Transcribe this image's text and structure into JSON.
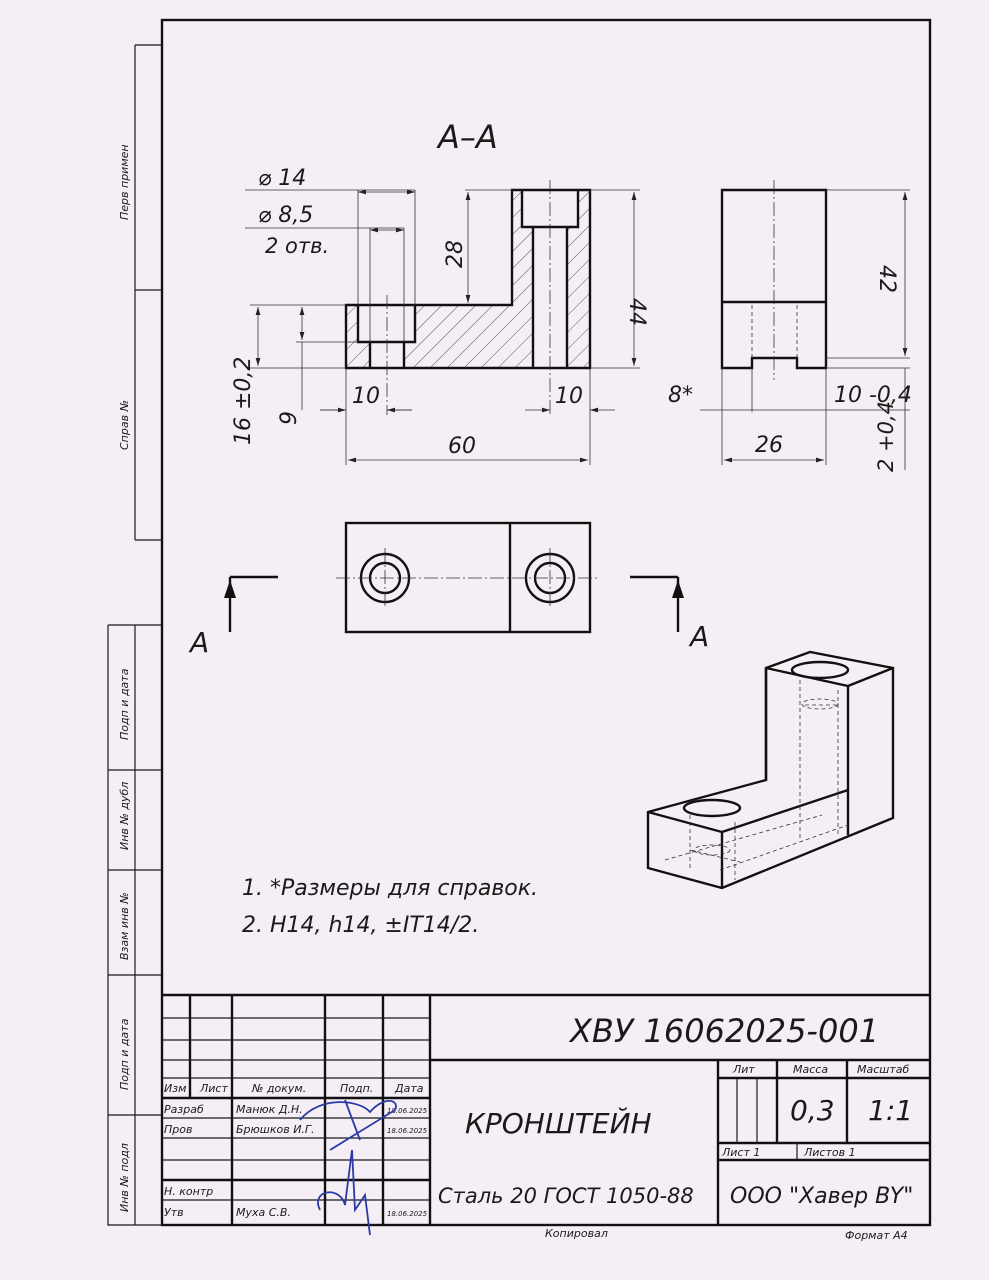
{
  "section_label": "А–А",
  "dimensions": {
    "dia14": "⌀ 14",
    "dia85": "⌀ 8,5",
    "holes": "2 отв.",
    "d28": "28",
    "d44": "44",
    "d16": "16 ±0,2",
    "d9": "9",
    "d10a": "10",
    "d10b": "10",
    "d60": "60",
    "d42": "42",
    "d8": "8*",
    "d10tol": "10 -0,4",
    "d26": "26",
    "d2": "2 +0,4"
  },
  "cut_marks": {
    "left": "А",
    "right": "А"
  },
  "notes": [
    "1.   *Размеры для справок.",
    "2.   H14, h14, ±IT14/2."
  ],
  "side_strip": [
    "Перв примен",
    "Справ №",
    "Подп и дата",
    "Инв № дубл",
    "Взам инв №",
    "Подп и дата",
    "Инв № подл"
  ],
  "title_block": {
    "designation": "ХВУ 16062025-001",
    "name": "КРОНШТЕЙН",
    "material": "Сталь 20 ГОСТ 1050-88",
    "company": "ООО \"Хавер BY\"",
    "headers": {
      "izm": "Изм",
      "list": "Лист",
      "doc": "№ докум.",
      "sign": "Подп.",
      "date": "Дата"
    },
    "rows": [
      {
        "role": "Разраб",
        "person": "Манюк Д.Н.",
        "date": "18.06.2025"
      },
      {
        "role": "Пров",
        "person": "Брюшков И.Г.",
        "date": "18.06.2025"
      },
      {
        "role": "Н. контр",
        "person": "",
        "date": ""
      },
      {
        "role": "Утв",
        "person": "Муха С.В.",
        "date": "18.06.2025"
      }
    ],
    "lit_label": "Лит",
    "mass_label": "Масса",
    "scale_label": "Масштаб",
    "mass": "0,3",
    "scale": "1:1",
    "sheet": "Лист 1",
    "sheets": "Листов 1"
  },
  "footer": {
    "copied": "Копировал",
    "format": "Формат А4"
  }
}
